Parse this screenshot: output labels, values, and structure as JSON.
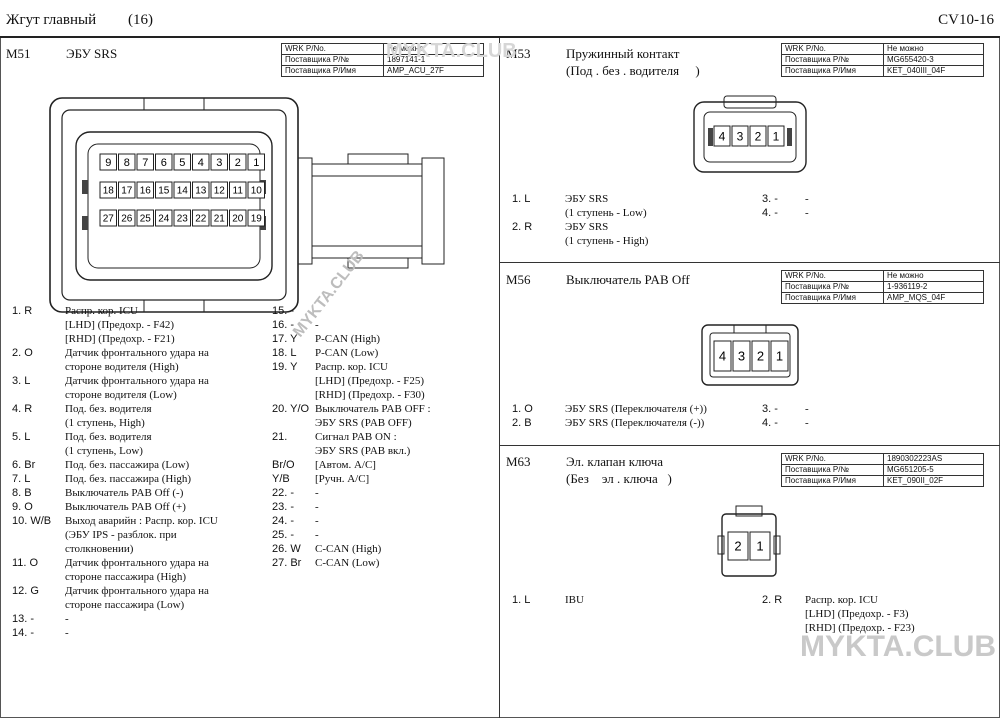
{
  "header": {
    "title": "Жгут главный",
    "page": "(16)",
    "code": "CV10-16"
  },
  "watermarks": {
    "top": "MYKTA.CLUB",
    "diag": "MYKTA.CLUB",
    "bottom": "MYKTA.CLUB"
  },
  "wrk_labels": {
    "wrk": "WRK P/No.",
    "part": "Поставщика P/№",
    "name": "Поставщика P/Имя"
  },
  "m51": {
    "code": "M51",
    "title": "ЭБУ SRS",
    "wrk": "Не можно",
    "part": "1897141-1",
    "name": "AMP_ACU_27F",
    "row1": [
      "9",
      "8",
      "7",
      "6",
      "5",
      "4",
      "3",
      "2",
      "1"
    ],
    "row2": [
      "18",
      "17",
      "16",
      "15",
      "14",
      "13",
      "12",
      "11",
      "10"
    ],
    "row3": [
      "27",
      "26",
      "25",
      "24",
      "23",
      "22",
      "21",
      "20",
      "19"
    ],
    "left": [
      {
        "n": "1. R",
        "d": [
          "Распр. кор. ICU",
          "[LHD] (Предохр. - F42)",
          "[RHD] (Предохр. - F21)"
        ]
      },
      {
        "n": "2. O",
        "d": [
          "Датчик фронтального удара на",
          "стороне водителя (High)"
        ]
      },
      {
        "n": "3. L",
        "d": [
          "Датчик фронтального удара на",
          "стороне водителя (Low)"
        ]
      },
      {
        "n": "4. R",
        "d": [
          "Под. без. водителя",
          "(1 ступень, High)"
        ]
      },
      {
        "n": "5. L",
        "d": [
          "Под. без. водителя",
          "(1 ступень, Low)"
        ]
      },
      {
        "n": "6. Br",
        "d": [
          "Под. без. пассажира (Low)"
        ]
      },
      {
        "n": "7. L",
        "d": [
          "Под. без. пассажира (High)"
        ]
      },
      {
        "n": "8. B",
        "d": [
          "Выключатель PAB Off (-)"
        ]
      },
      {
        "n": "9. O",
        "d": [
          "Выключатель PAB Off (+)"
        ]
      },
      {
        "n": "10. W/B",
        "d": [
          "Выход аварийн : Распр. кор. ICU",
          "(ЭБУ IPS - разблок. при",
          "столкновении)"
        ]
      },
      {
        "n": "11. O",
        "d": [
          "Датчик фронтального удара на",
          "стороне пассажира (High)"
        ]
      },
      {
        "n": "12. G",
        "d": [
          "Датчик фронтального удара на",
          "стороне пассажира (Low)"
        ]
      },
      {
        "n": "13. -",
        "d": [
          "-"
        ]
      },
      {
        "n": "14. -",
        "d": [
          "-"
        ]
      }
    ],
    "right": [
      {
        "n": "15. -",
        "d": [
          "-"
        ]
      },
      {
        "n": "16. -",
        "d": [
          "-"
        ]
      },
      {
        "n": "17. Y",
        "d": [
          "P-CAN (High)"
        ]
      },
      {
        "n": "18. L",
        "d": [
          "P-CAN (Low)"
        ]
      },
      {
        "n": "19. Y",
        "d": [
          "Распр. кор. ICU",
          "[LHD] (Предохр. - F25)",
          "[RHD] (Предохр. - F30)"
        ]
      },
      {
        "n": "20. Y/O",
        "d": [
          "Выключатель PAB OFF :",
          "ЭБУ SRS (PAB OFF)"
        ]
      },
      {
        "n": "21.",
        "d": [
          "Сигнал PAB ON :",
          "ЭБУ SRS (PAB вкл.)"
        ]
      },
      {
        "n": "Br/O",
        "d": [
          "[Автом. A/C]"
        ]
      },
      {
        "n": "Y/B",
        "d": [
          "[Ручн. A/C]"
        ]
      },
      {
        "n": "22. -",
        "d": [
          "-"
        ]
      },
      {
        "n": "23. -",
        "d": [
          "-"
        ]
      },
      {
        "n": "24. -",
        "d": [
          "-"
        ]
      },
      {
        "n": "25. -",
        "d": [
          "-"
        ]
      },
      {
        "n": "26. W",
        "d": [
          "C-CAN (High)"
        ]
      },
      {
        "n": "27. Br",
        "d": [
          "C-CAN (Low)"
        ]
      }
    ]
  },
  "m53": {
    "code": "M53",
    "title1": "Пружинный контакт",
    "title2": "(Под . без . водителя     )",
    "wrk": "Не можно",
    "part": "MG655420-3",
    "name": "KET_040III_04F",
    "pins": [
      "4",
      "3",
      "2",
      "1"
    ],
    "left": [
      {
        "n": "1. L",
        "d": [
          "ЭБУ SRS",
          "(1 ступень - Low)"
        ]
      },
      {
        "n": "2. R",
        "d": [
          "ЭБУ SRS",
          "(1 ступень - High)"
        ]
      }
    ],
    "right": [
      {
        "n": "3. -",
        "d": [
          "-"
        ]
      },
      {
        "n": "4. -",
        "d": [
          "-"
        ]
      }
    ]
  },
  "m56": {
    "code": "M56",
    "title": "Выключатель PAB Off",
    "wrk": "Не можно",
    "part": "1-936119-2",
    "name": "AMP_MQS_04F",
    "pins": [
      "4",
      "3",
      "2",
      "1"
    ],
    "left": [
      {
        "n": "1. O",
        "d": [
          "ЭБУ SRS (Переключателя (+))"
        ]
      },
      {
        "n": "2. B",
        "d": [
          "ЭБУ SRS (Переключателя (-))"
        ]
      }
    ],
    "right": [
      {
        "n": "3. -",
        "d": [
          "-"
        ]
      },
      {
        "n": "4. -",
        "d": [
          "-"
        ]
      }
    ]
  },
  "m63": {
    "code": "M63",
    "title1": "Эл. клапан ключа",
    "title2": "(Без    эл . ключа   )",
    "wrk": "1890302223AS",
    "part": "MG651205-5",
    "name": "KET_090II_02F",
    "pins": [
      "2",
      "1"
    ],
    "left": [
      {
        "n": "1. L",
        "d": [
          "IBU"
        ]
      }
    ],
    "right": [
      {
        "n": "2. R",
        "d": [
          "Распр. кор. ICU",
          "[LHD] (Предохр. - F3)",
          "[RHD] (Предохр. - F23)"
        ]
      }
    ]
  }
}
